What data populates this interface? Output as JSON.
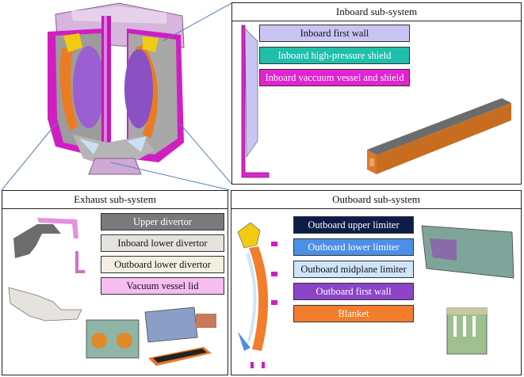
{
  "inboard": {
    "title": "Inboard sub-system",
    "labels": [
      {
        "text": "Inboard first wall",
        "bg": "#c9c5f3",
        "fg": "#111111"
      },
      {
        "text": "Inboard high-pressure shield",
        "bg": "#1fbfab",
        "fg": "#ffffff"
      },
      {
        "text": "Inboard vaccuum vessel and shield",
        "bg": "#e024cf",
        "fg": "#ffffff"
      }
    ]
  },
  "exhaust": {
    "title": "Exhaust sub-system",
    "labels": [
      {
        "text": "Upper divertor",
        "bg": "#7a7a7a",
        "fg": "#ffffff"
      },
      {
        "text": "Inboard lower divertor",
        "bg": "#e6e3de",
        "fg": "#111111"
      },
      {
        "text": "Outboard lower divertor",
        "bg": "#f3f0e2",
        "fg": "#111111"
      },
      {
        "text": "Vacuum vessel lid",
        "bg": "#f5bdf0",
        "fg": "#111111"
      }
    ]
  },
  "outboard": {
    "title": "Outboard sub-system",
    "labels": [
      {
        "text": "Outboard upper limiter",
        "bg": "#0d1d4a",
        "fg": "#ffffff"
      },
      {
        "text": "Outboard lower limiter",
        "bg": "#4b8fe8",
        "fg": "#ffffff"
      },
      {
        "text": "Outboard midplane limiter",
        "bg": "#cfe5fa",
        "fg": "#111111"
      },
      {
        "text": "Outboard first wall",
        "bg": "#8b44c8",
        "fg": "#ffffff"
      },
      {
        "text": "Blanket",
        "bg": "#f27d2d",
        "fg": "#ffffff"
      }
    ]
  }
}
